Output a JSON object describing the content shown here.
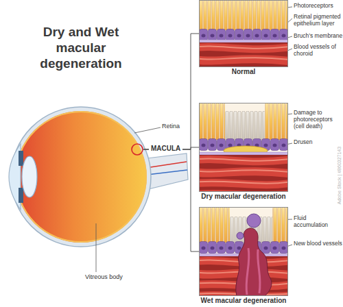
{
  "diagram": {
    "title": "Dry and Wet macular degeneration",
    "nodes": [
      {
        "text": [
          "MACULA"
        ]
      },
      {
        "text": [
          "Normal"
        ]
      },
      {
        "text": [
          "Dry macular degeneration"
        ]
      },
      {
        "text": [
          "Wet macular degeneration"
        ]
      }
    ],
    "edges": [
      {
        "from": 0,
        "to": 1,
        "arrow": "none"
      },
      {
        "from": 0,
        "to": 2,
        "arrow": "none"
      },
      {
        "from": 0,
        "to": 3,
        "arrow": "none"
      }
    ],
    "labels": [
      "Retina",
      "Vitreous body",
      "Photoreceptors",
      "Retinal pigmented epithelium layer",
      "Bruch’s membrane",
      "Blood vessels of choroid",
      "Damage to photoreceptors (cell death)",
      "Drusen",
      "Fluid accumulation",
      "New blood vessels",
      "Adobe Stock | #860327143"
    ]
  }
}
